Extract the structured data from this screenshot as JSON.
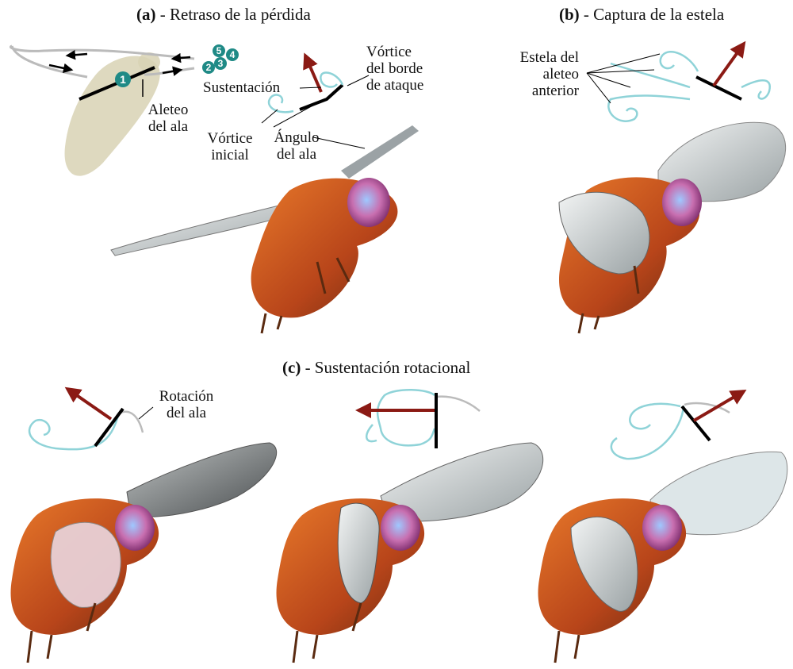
{
  "panels": {
    "a": {
      "letter": "(a)",
      "title": "- Retraso de la pérdida",
      "stroke_numbers": [
        "1",
        "2",
        "3",
        "4",
        "5"
      ],
      "labels": {
        "aleteo_line1": "Aleteo",
        "aleteo_line2": "del ala",
        "sustentacion": "Sustentación",
        "vortice_borde_line1": "Vórtice",
        "vortice_borde_line2": "del borde",
        "vortice_borde_line3": "de ataque",
        "vortice_inicial_line1": "Vórtice",
        "vortice_inicial_line2": "inicial",
        "angulo_line1": "Ángulo",
        "angulo_line2": "del ala"
      }
    },
    "b": {
      "letter": "(b)",
      "title": "- Captura de la estela",
      "labels": {
        "estela_line1": "Estela del",
        "estela_line2": "aleteo",
        "estela_line3": "anterior"
      }
    },
    "c": {
      "letter": "(c)",
      "title": "- Sustentación rotacional",
      "labels": {
        "rotacion_line1": "Rotación",
        "rotacion_line2": "del ala"
      }
    }
  },
  "colors": {
    "lift_arrow": "#8b1a14",
    "vortex": "#8fd3d8",
    "wing_section": "#000000",
    "marker": "#1f8a86",
    "fly_body": "#c8531b",
    "fly_eye": "#c86fb0",
    "silhouette": "#d8d2b4"
  },
  "icons": [
    "fly-illustration",
    "lift-arrow",
    "vortex-swirl",
    "wing-section-bar"
  ]
}
